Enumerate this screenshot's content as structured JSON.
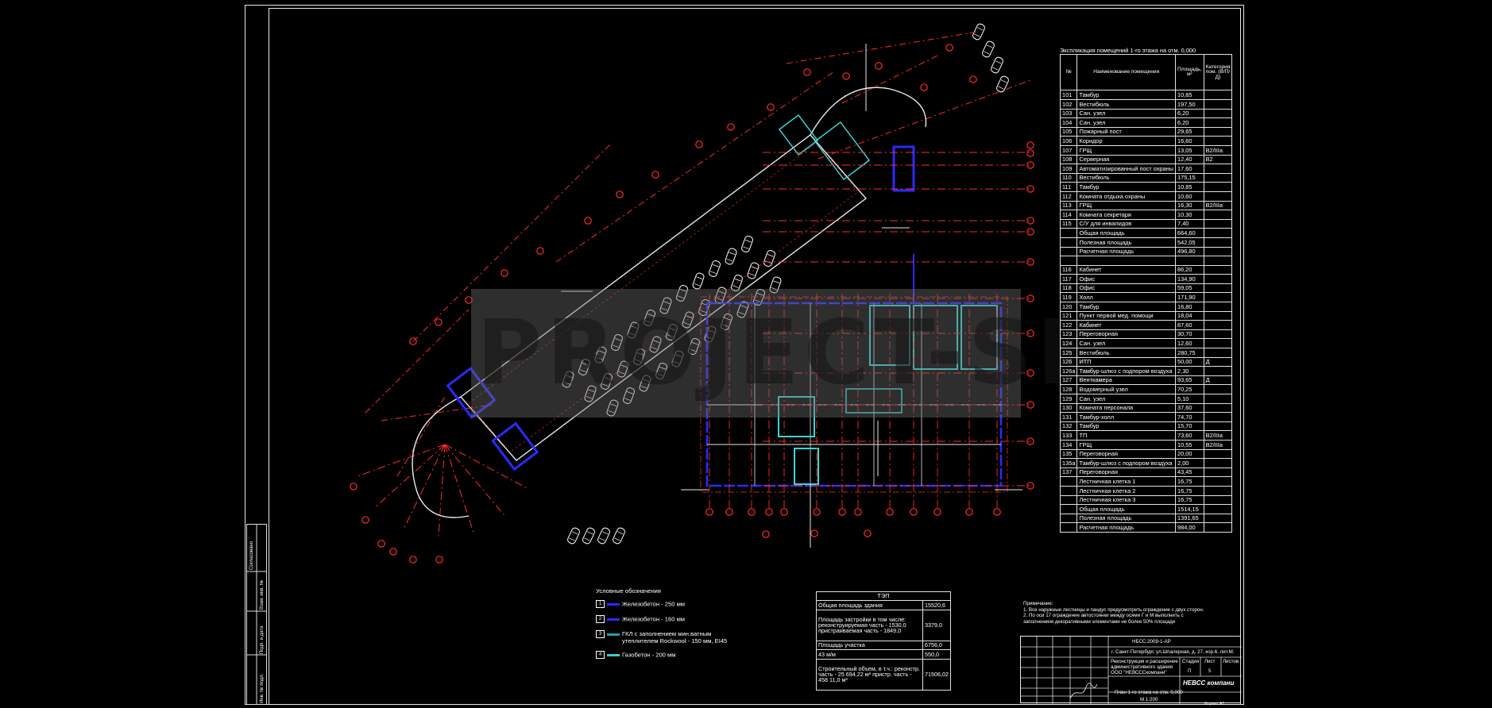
{
  "rooms_table": {
    "title": "Экспликация помещений 1-го этажа на отм. 0,000",
    "headers": [
      "№",
      "Наименование помещения",
      "Площадь, м²",
      "Категория пом. (B/П/Д)"
    ],
    "rows": [
      [
        "101",
        "Тамбур",
        "10,85",
        ""
      ],
      [
        "102",
        "Вестибюль",
        "197,50",
        ""
      ],
      [
        "103",
        "Сан. узел",
        "6,20",
        ""
      ],
      [
        "104",
        "Сан. узел",
        "6,20",
        ""
      ],
      [
        "105",
        "Пожарный пост",
        "29,65",
        ""
      ],
      [
        "106",
        "Коридор",
        "16,60",
        ""
      ],
      [
        "107",
        "ГРЩ",
        "13,05",
        "В2/IIIа"
      ],
      [
        "108",
        "Серверная",
        "12,40",
        "В2"
      ],
      [
        "109",
        "Автоматизированный пост охраны",
        "17,60",
        ""
      ],
      [
        "110",
        "Вестибюль",
        "175,15",
        ""
      ],
      [
        "111",
        "Тамбур",
        "10,85",
        ""
      ],
      [
        "112",
        "Комната отдыха охраны",
        "10,60",
        ""
      ],
      [
        "113",
        "ГРЩ",
        "16,30",
        "В2/IIIа"
      ],
      [
        "114",
        "Комната секретаря",
        "10,30",
        ""
      ],
      [
        "115",
        "С/У для инвалидов",
        "7,40",
        ""
      ],
      [
        "",
        "Общая площадь",
        "664,60",
        ""
      ],
      [
        "",
        "Полезная площадь",
        "542,05",
        ""
      ],
      [
        "",
        "Расчетная площадь",
        "496,80",
        ""
      ],
      [
        "",
        "",
        "",
        ""
      ],
      [
        "116",
        "Кабинет",
        "86,20",
        ""
      ],
      [
        "117",
        "Офис",
        "134,90",
        ""
      ],
      [
        "118",
        "Офис",
        "59,05",
        ""
      ],
      [
        "119",
        "Холл",
        "171,90",
        ""
      ],
      [
        "120",
        "Тамбур",
        "16,80",
        ""
      ],
      [
        "121",
        "Пункт первой мед. помощи",
        "18,04",
        ""
      ],
      [
        "122",
        "Кабинет",
        "87,60",
        ""
      ],
      [
        "123",
        "Переговорная",
        "30,70",
        ""
      ],
      [
        "124",
        "Сан. узел",
        "12,60",
        ""
      ],
      [
        "125",
        "Вестибюль",
        "280,75",
        ""
      ],
      [
        "126",
        "ИТП",
        "50,00",
        "Д"
      ],
      [
        "126а",
        "Тамбур-шлюз с подпором воздуха",
        "2,30",
        ""
      ],
      [
        "127",
        "Венткамера",
        "93,65",
        "Д"
      ],
      [
        "128",
        "Водомерный узел",
        "70,25",
        ""
      ],
      [
        "129",
        "Сан. узел",
        "5,10",
        ""
      ],
      [
        "130",
        "Комната персонала",
        "37,60",
        ""
      ],
      [
        "131",
        "Тамбур-холл",
        "74,70",
        ""
      ],
      [
        "132",
        "Тамбур",
        "15,70",
        ""
      ],
      [
        "133",
        "ТП",
        "73,60",
        "В2/IIIа"
      ],
      [
        "134",
        "ГРЩ",
        "10,55",
        "В2/IIIа"
      ],
      [
        "135",
        "Переговорная",
        "20,00",
        ""
      ],
      [
        "135а",
        "Тамбур-шлюз с подпором воздуха",
        "2,00",
        ""
      ],
      [
        "137",
        "Переговорная",
        "43,45",
        ""
      ],
      [
        "",
        "Лестничная клетка 1",
        "16,75",
        ""
      ],
      [
        "",
        "Лестничная клетка 2",
        "16,75",
        ""
      ],
      [
        "",
        "Лестничная клетка 3",
        "16,75",
        ""
      ],
      [
        "",
        "Общая площадь",
        "1514,15",
        ""
      ],
      [
        "",
        "Полезная площадь",
        "1391,65",
        ""
      ],
      [
        "",
        "Расчетная площадь",
        "984,00",
        ""
      ]
    ]
  },
  "tep": {
    "title": "ТЭП",
    "rows": [
      [
        "Общая площадь здания",
        "15520,6"
      ],
      [
        "Площадь застройки в том числе: реконструируемая часть - 1530,0 пристраиваемая часть - 1849,0",
        "3379,0"
      ],
      [
        "Площадь участка",
        "6756,0"
      ],
      [
        "43 м/м",
        "550,0"
      ],
      [
        "Строительный объем, в т.ч.: реконстр. часть - 25 694,22 м³ пристр. часть - 458 11,0 м³",
        "71506,02"
      ]
    ]
  },
  "legend": {
    "title": "Условные обозначения",
    "items": [
      {
        "num": "1",
        "label": "Железобетон - 250 мм",
        "color": "#2a2aff"
      },
      {
        "num": "2",
        "label": "Железобетон - 160 мм",
        "color": "#2a2aff"
      },
      {
        "num": "3",
        "label": "ГКЛ с заполнением мин.ватным утеплителем Rockwool - 150 мм, EI45",
        "color": "#20a0a0"
      },
      {
        "num": "4",
        "label": "Газобетон - 200 мм",
        "color": "#40c8c8"
      }
    ]
  },
  "notes": [
    "Примечание:",
    "1. Все наружные лестницы и пандус предусмотреть ограждение с двух сторон.",
    "2. По оси 17 ограждение автостоянки между осями Г и М выполнить с",
    "заполнением декоративными элементами не более 50% площади"
  ],
  "stamp": {
    "code": "НБСС.2009-1-АР",
    "address": "г. Санкт-Петербург, ул.Шпалерная, д. 27, кор.6, лит.М.",
    "project": "Реконструкция и расширение административного здания ООО \"НЕВСССкомпани\"",
    "sheet_title": "План 1-го этажа на отм. 0,000",
    "scale": "М 1:200",
    "stage_label": "Стадия",
    "sheet_label": "Лист",
    "sheets_label": "Листов",
    "stage": "П",
    "sheet": "5",
    "format": "Формат А1",
    "company": "НЕВСС компани"
  },
  "watermark": "PROJECT-SK",
  "side_strip": [
    "Инв. № подл.",
    "Подп. и дата",
    "Взам. инв. №",
    "Согласовано"
  ],
  "colors": {
    "wall_blue": "#1f2bff",
    "axis_red": "#ff2a2a",
    "partition_cyan": "#38d8d8",
    "line_white": "#ffffff"
  }
}
